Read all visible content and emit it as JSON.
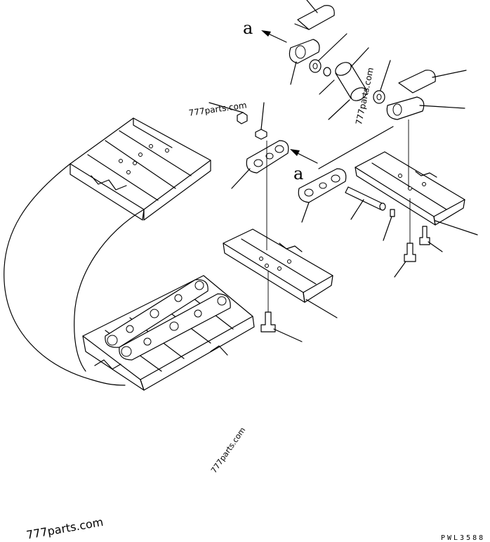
{
  "diagram": {
    "labels": {
      "a_top": "a",
      "a_mid": "a"
    },
    "watermarks": [
      "777parts.com",
      "777parts.com",
      "777parts.com",
      "777parts.com"
    ],
    "drawing_code": "PWL3588"
  }
}
